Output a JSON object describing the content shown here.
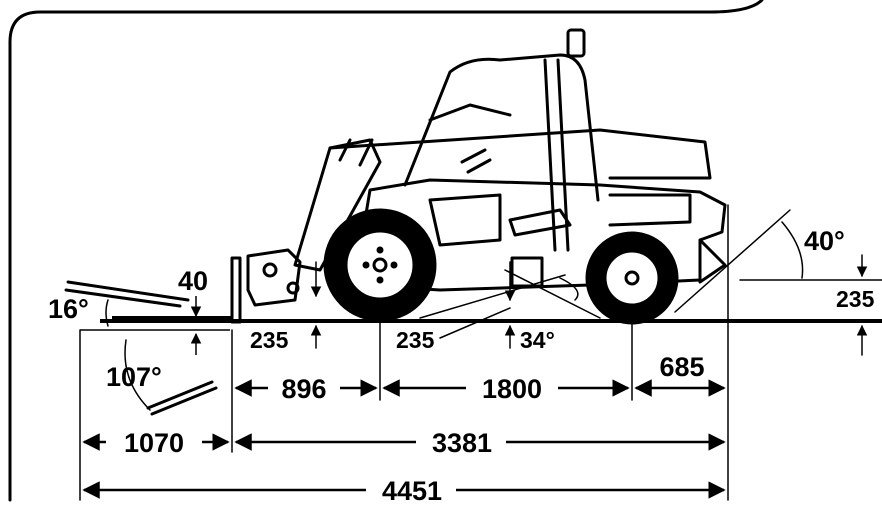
{
  "colors": {
    "ink": "#000000",
    "background": "#ffffff"
  },
  "dimensions": {
    "fork_tilt_angle": "16°",
    "fork_thickness": "40",
    "fork_rotation_angle": "107°",
    "front_clearance": "235",
    "mid_clearance": "235",
    "rear_clearance": "235",
    "ramp_angle": "34°",
    "departure_angle": "40°",
    "front_overhang": "896",
    "wheelbase": "1800",
    "rear_overhang": "685",
    "fork_length": "1070",
    "machine_length": "3381",
    "overall_length": "4451"
  }
}
